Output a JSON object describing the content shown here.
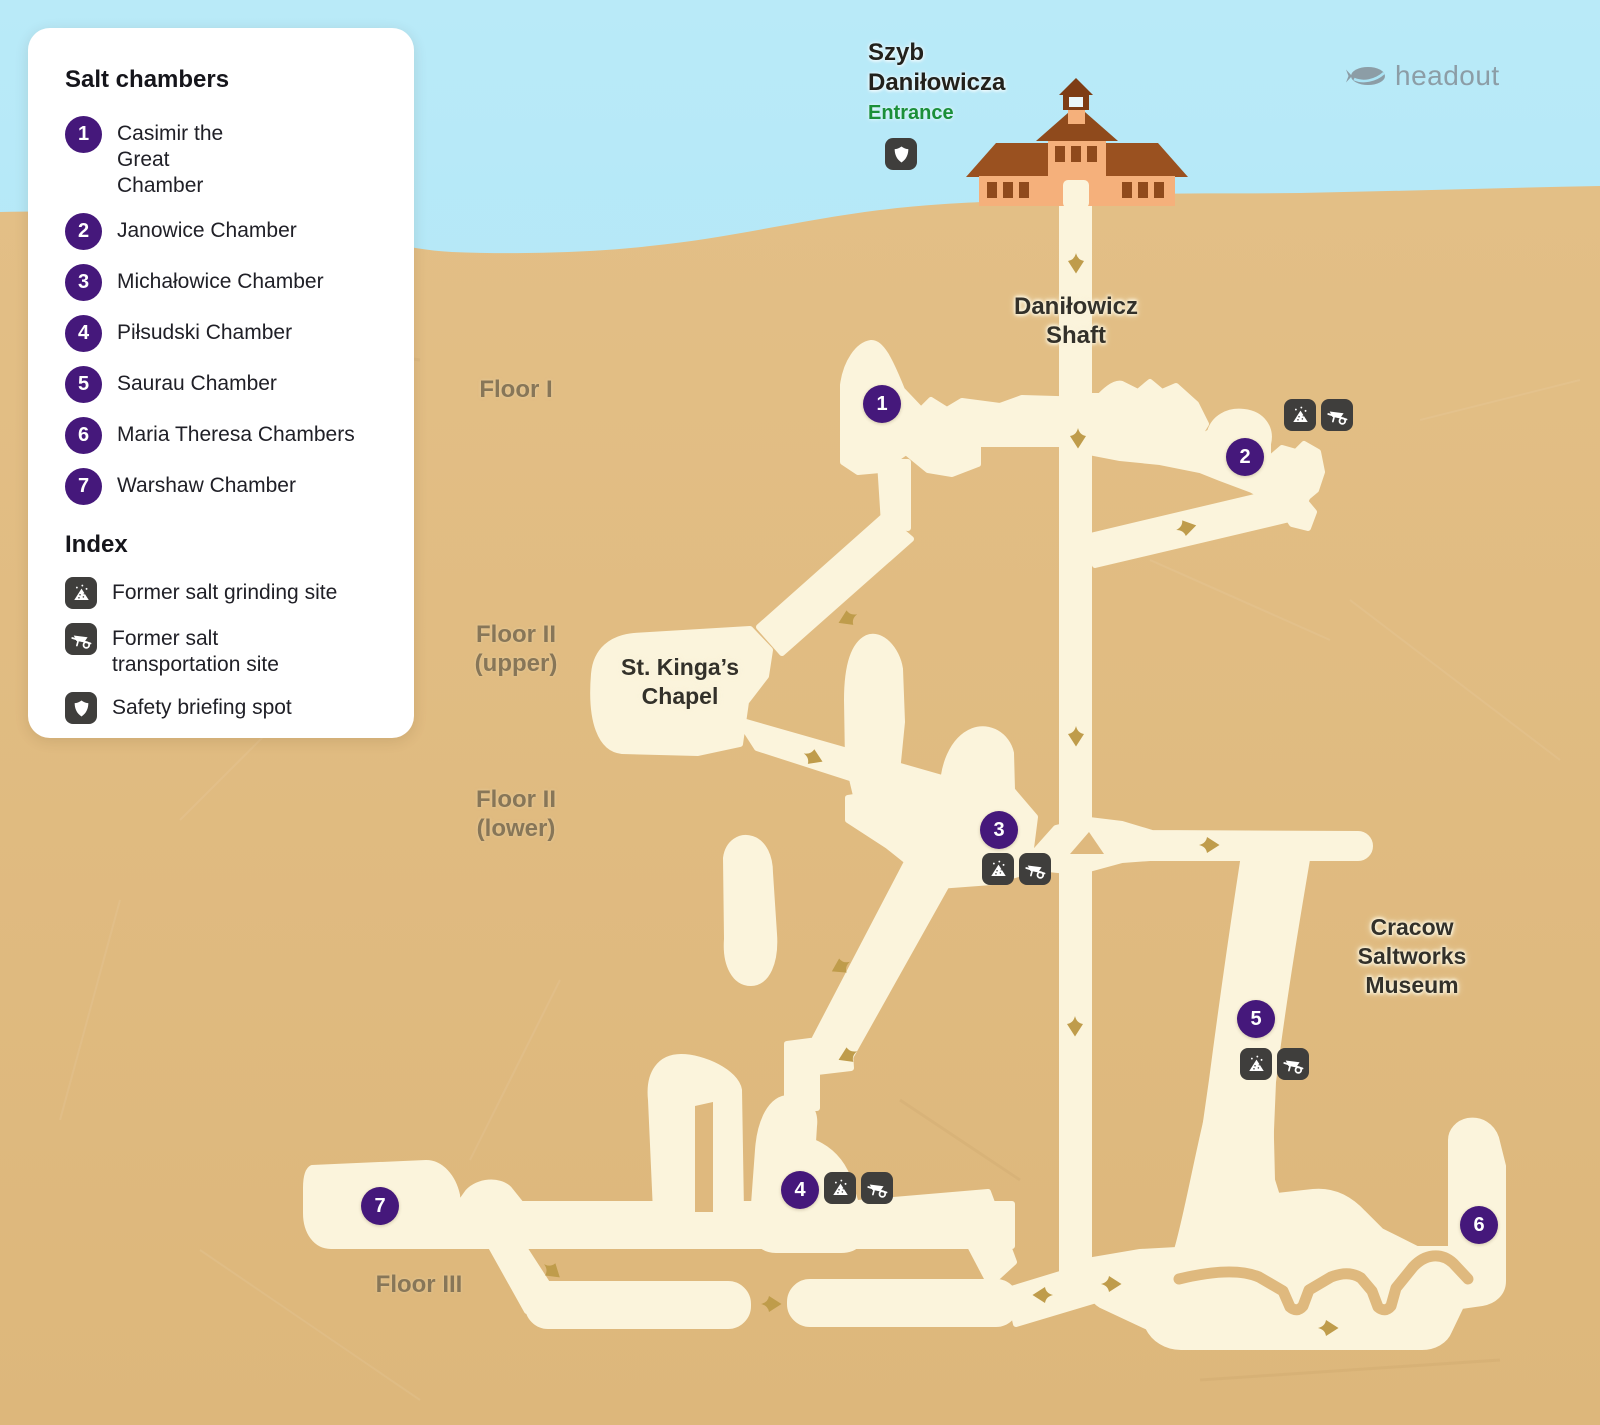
{
  "branding": {
    "logo_text": "headout"
  },
  "legend": {
    "title": "Salt chambers",
    "chambers": [
      {
        "number": "1",
        "label": "Casimir the Great Chamber"
      },
      {
        "number": "2",
        "label": "Janowice Chamber"
      },
      {
        "number": "3",
        "label": "Michałowice Chamber"
      },
      {
        "number": "4",
        "label": "Piłsudski Chamber"
      },
      {
        "number": "5",
        "label": "Saurau Chamber"
      },
      {
        "number": "6",
        "label": "Maria Theresa Chambers"
      },
      {
        "number": "7",
        "label": "Warshaw Chamber"
      }
    ],
    "index_title": "Index",
    "index_items": [
      {
        "icon": "salt-grinding-icon",
        "label": "Former salt grinding site"
      },
      {
        "icon": "salt-transport-icon",
        "label": "Former salt transportation site"
      },
      {
        "icon": "safety-briefing-icon",
        "label": "Safety briefing spot"
      }
    ]
  },
  "surface": {
    "building_title": "Szyb Daniłowicza",
    "entrance_label": "Entrance"
  },
  "map_labels": {
    "shaft": "Daniłowicz Shaft",
    "chapel": "St. Kinga’s Chapel",
    "museum": "Cracow Saltworks Museum",
    "floor_1": "Floor I",
    "floor_2_upper": "Floor II (upper)",
    "floor_2_lower": "Floor II (lower)",
    "floor_3": "Floor III"
  },
  "colors": {
    "sky": "#ABE4F5",
    "ground": "#E0BB80",
    "tunnel": "#FBF4DC",
    "accent_purple": "#45187B",
    "arrow": "#BF9C4B",
    "icon_badge": "#3F3E3C",
    "entrance_green": "#1B8F39"
  }
}
